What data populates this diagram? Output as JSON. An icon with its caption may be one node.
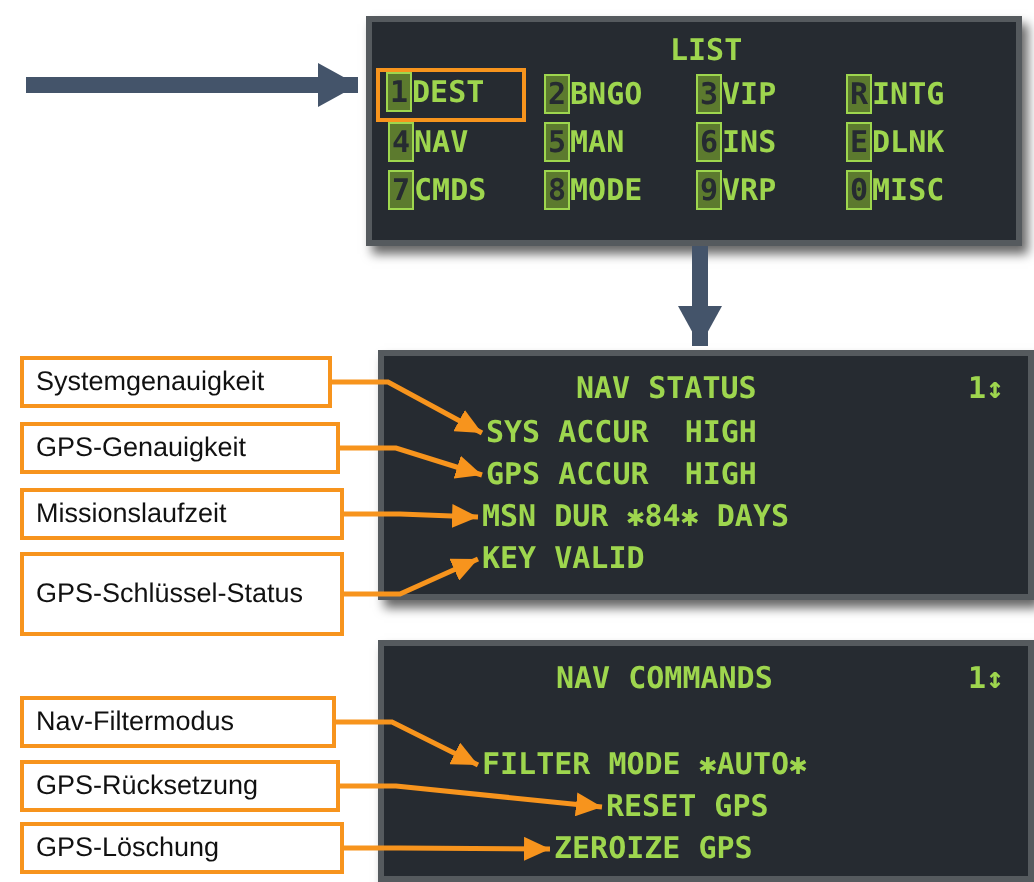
{
  "diagram": {
    "nodes": [
      {
        "text": [
          "LIST",
          "2BNGO",
          "3VIP",
          "RINTG",
          "4NAV",
          "5MAN",
          "6INS",
          "EDLNK",
          "7CMDS",
          "8MODE",
          "9VRP",
          "0MISC"
        ]
      },
      {
        "text": [
          "1DEST"
        ],
        "in": 0
      },
      {
        "text": [
          "NAV STATUS",
          "1↕"
        ]
      },
      {
        "text": [
          "SYS ACCUR  HIGH"
        ],
        "in": 2
      },
      {
        "text": [
          "GPS ACCUR  HIGH"
        ],
        "in": 2
      },
      {
        "text": [
          "MSN DUR ✱84✱ DAYS"
        ],
        "in": 2
      },
      {
        "text": [
          "KEY VALID"
        ],
        "in": 2
      },
      {
        "text": [
          "NAV COMMANDS",
          "1↕"
        ]
      },
      {
        "text": [
          "FILTER MODE ✱AUTO✱"
        ],
        "in": 7
      },
      {
        "text": [
          "RESET GPS"
        ],
        "in": 7
      },
      {
        "text": [
          "ZEROIZE GPS"
        ],
        "in": 7
      },
      {
        "text": [
          "Systemgenauigkeit"
        ]
      },
      {
        "text": [
          "GPS-Genauigkeit"
        ]
      },
      {
        "text": [
          "Missionslaufzeit"
        ]
      },
      {
        "text": [
          "GPS-Schlüssel-Status"
        ]
      },
      {
        "text": [
          "Nav-Filtermodus"
        ]
      },
      {
        "text": [
          "GPS-Rücksetzung"
        ]
      },
      {
        "text": [
          "GPS-Löschung"
        ]
      }
    ],
    "edges": [
      {
        "from": null,
        "to": 0,
        "arrow": "to",
        "style": "thick",
        "color": "#44546a"
      },
      {
        "from": 0,
        "to": 2,
        "arrow": "to",
        "style": "thick",
        "color": "#44546a"
      },
      {
        "from": 11,
        "to": 3,
        "arrow": "to"
      },
      {
        "from": 12,
        "to": 4,
        "arrow": "to"
      },
      {
        "from": 13,
        "to": 5,
        "arrow": "to"
      },
      {
        "from": 14,
        "to": 6,
        "arrow": "to"
      },
      {
        "from": 15,
        "to": 8,
        "arrow": "to"
      },
      {
        "from": 16,
        "to": 9,
        "arrow": "to"
      },
      {
        "from": 17,
        "to": 10,
        "arrow": "to"
      }
    ]
  }
}
